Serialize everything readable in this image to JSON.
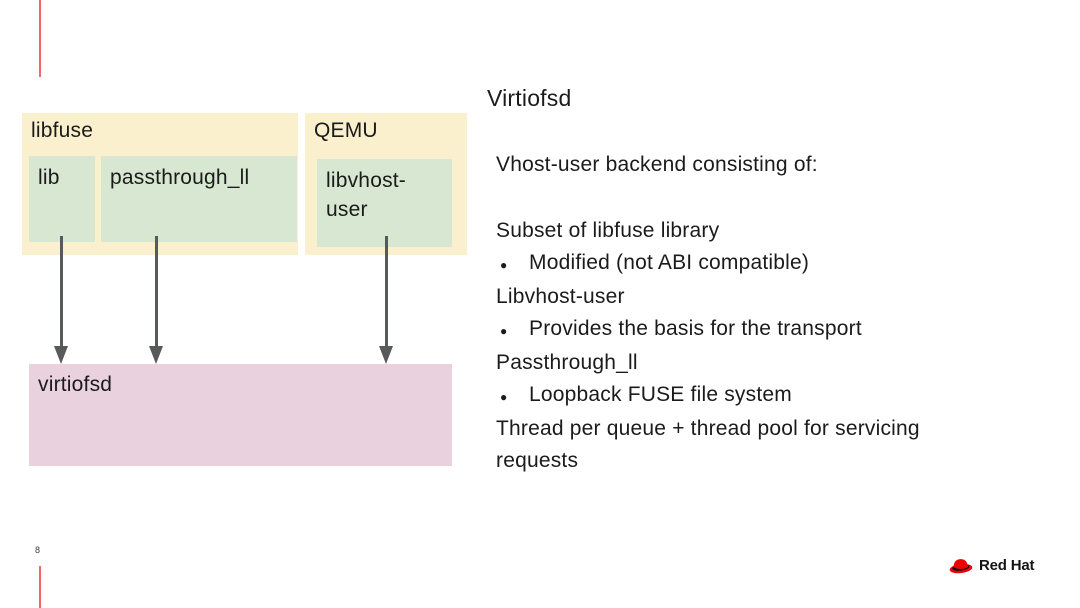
{
  "slide": {
    "page_number": "8",
    "heading": "Virtiofsd"
  },
  "diagram": {
    "groups": [
      {
        "label": "libfuse",
        "modules": [
          {
            "label": "lib"
          },
          {
            "label": "passthrough_ll"
          }
        ]
      },
      {
        "label": "QEMU",
        "modules": [
          {
            "label": "libvhost-\nuser"
          }
        ]
      }
    ],
    "target_label": "virtiofsd",
    "arrow_count": 3,
    "colors": {
      "group_fill": "#faf0cd",
      "module_fill": "#d7e7d1",
      "target_fill": "#e9d2de",
      "arrow": "#58595b",
      "accent_line": "#f0696c"
    }
  },
  "content": {
    "intro": "Vhost-user backend consisting of:",
    "bullet_char": "●",
    "rows": [
      {
        "type": "plain",
        "text": "Subset of libfuse library"
      },
      {
        "type": "bullet",
        "text": "Modified (not ABI compatible)"
      },
      {
        "type": "plain",
        "text": "Libvhost-user"
      },
      {
        "type": "bullet",
        "text": "Provides the basis for the transport"
      },
      {
        "type": "plain",
        "text": "Passthrough_ll"
      },
      {
        "type": "bullet",
        "text": "Loopback FUSE file system"
      },
      {
        "type": "plain",
        "text": "Thread per queue + thread pool for servicing"
      },
      {
        "type": "plain",
        "text": "requests"
      }
    ]
  },
  "footer": {
    "logo_text": "Red Hat",
    "logo_color": "#ee0000"
  }
}
